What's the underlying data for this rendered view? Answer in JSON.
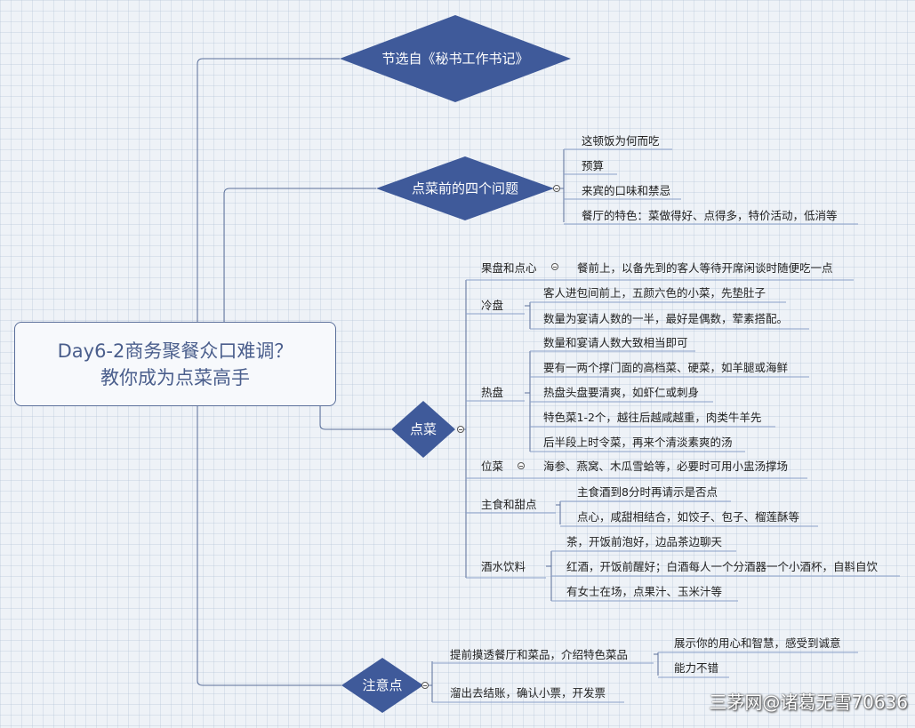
{
  "root": {
    "line1": "Day6-2商务聚餐众口难调？",
    "line2": "教你成为点菜高手"
  },
  "branch1": {
    "title": "节选自《秘书工作书记》"
  },
  "branch2": {
    "title": "点菜前的四个问题",
    "items": [
      "这顿饭为何而吃",
      "预算",
      "来宾的口味和禁忌",
      "餐厅的特色：菜做得好、点得多，特价活动，低消等"
    ]
  },
  "branch3": {
    "title": "点菜",
    "groups": [
      {
        "label": "果盘和点心",
        "items": [
          "餐前上，以备先到的客人等待开席闲谈时随便吃一点"
        ]
      },
      {
        "label": "冷盘",
        "items": [
          "客人进包间前上，五颜六色的小菜，先垫肚子",
          "数量为宴请人数的一半，最好是偶数，荤素搭配。"
        ]
      },
      {
        "label": "热盘",
        "items": [
          "数量和宴请人数大致相当即可",
          "要有一两个撑门面的高档菜、硬菜，如羊腿或海鲜",
          "热盘头盘要清爽，如虾仁或刺身",
          "特色菜1-2个，越往后越咸越重，肉类牛羊先",
          "后半段上时令菜，再来个清淡素爽的汤"
        ]
      },
      {
        "label": "位菜",
        "items": [
          "海参、燕窝、木瓜雪蛤等，必要时可用小盅汤撑场"
        ]
      },
      {
        "label": "主食和甜点",
        "items": [
          "主食酒到8分时再请示是否点",
          "点心，咸甜相结合，如饺子、包子、榴莲酥等"
        ]
      },
      {
        "label": "酒水饮料",
        "items": [
          "茶，开饭前泡好，边品茶边聊天",
          "红酒，开饭前醒好；白酒每人一个分酒器一个小酒杯，自斟自饮",
          "有女士在场，点果汁、玉米汁等"
        ]
      }
    ]
  },
  "branch4": {
    "title": "注意点",
    "items": [
      {
        "label": "提前摸透餐厅和菜品，介绍特色菜品",
        "subs": [
          "展示你的用心和智慧，感受到诚意",
          "能力不错"
        ]
      },
      {
        "label": "溜出去结账，确认小票，开发票",
        "subs": []
      }
    ]
  },
  "watermark": "三茅网@诸葛无雪70636",
  "colors": {
    "diamond": "#3f5a9a",
    "line": "#5a6f9a",
    "underline": "#8aa0c8"
  }
}
